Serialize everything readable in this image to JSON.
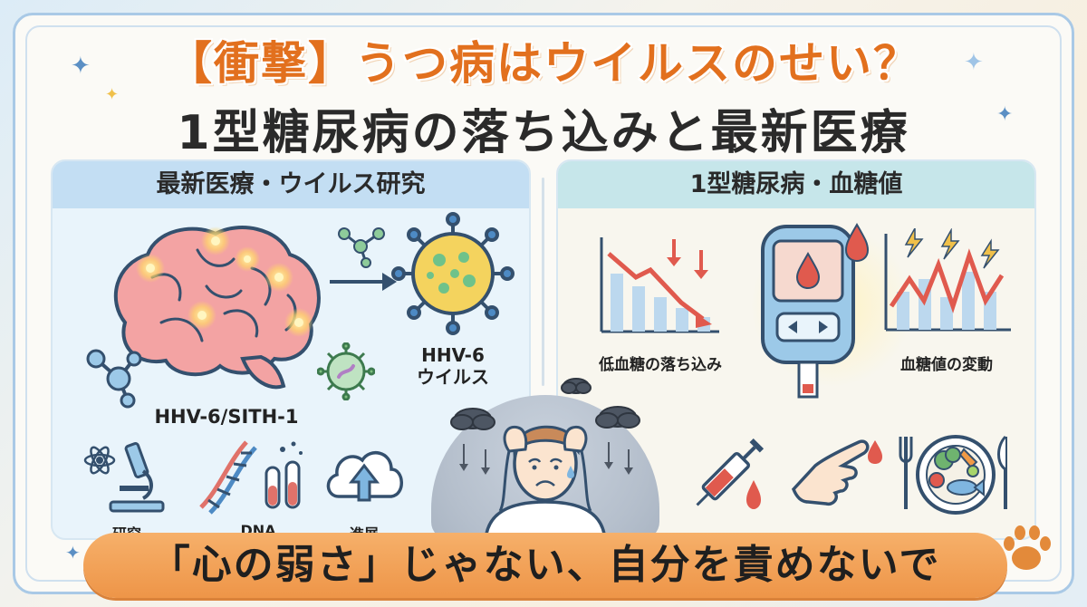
{
  "title": {
    "line1": "【衝撃】うつ病はウイルスのせい？",
    "line2": "1型糖尿病の落ち込みと最新医療"
  },
  "left_panel": {
    "heading": "最新医療・ウイルス研究",
    "brain_label": "HHV-6/SITH-1",
    "virus_label_1": "HHV-6",
    "virus_label_2": "ウイルス",
    "icons": [
      {
        "icon": "microscope-icon",
        "label": "研究"
      },
      {
        "icon": "dna-icon",
        "label": "DNA"
      },
      {
        "icon": "cloud-upload-icon",
        "label": "進展"
      }
    ]
  },
  "right_panel": {
    "heading": "1型糖尿病・血糖値",
    "low_label": "低血糖の落ち込み",
    "fluct_label": "血糖値の変動",
    "icons": [
      "syringe-icon",
      "finger-prick-icon",
      "healthy-meal-icon"
    ]
  },
  "banner": {
    "text": "「心の弱さ」じゃない、自分を責めないで"
  },
  "colors": {
    "accent_orange": "#e2701e",
    "left_head": "#c3def3",
    "right_head": "#c6e6ea",
    "banner": "#ee9548"
  }
}
